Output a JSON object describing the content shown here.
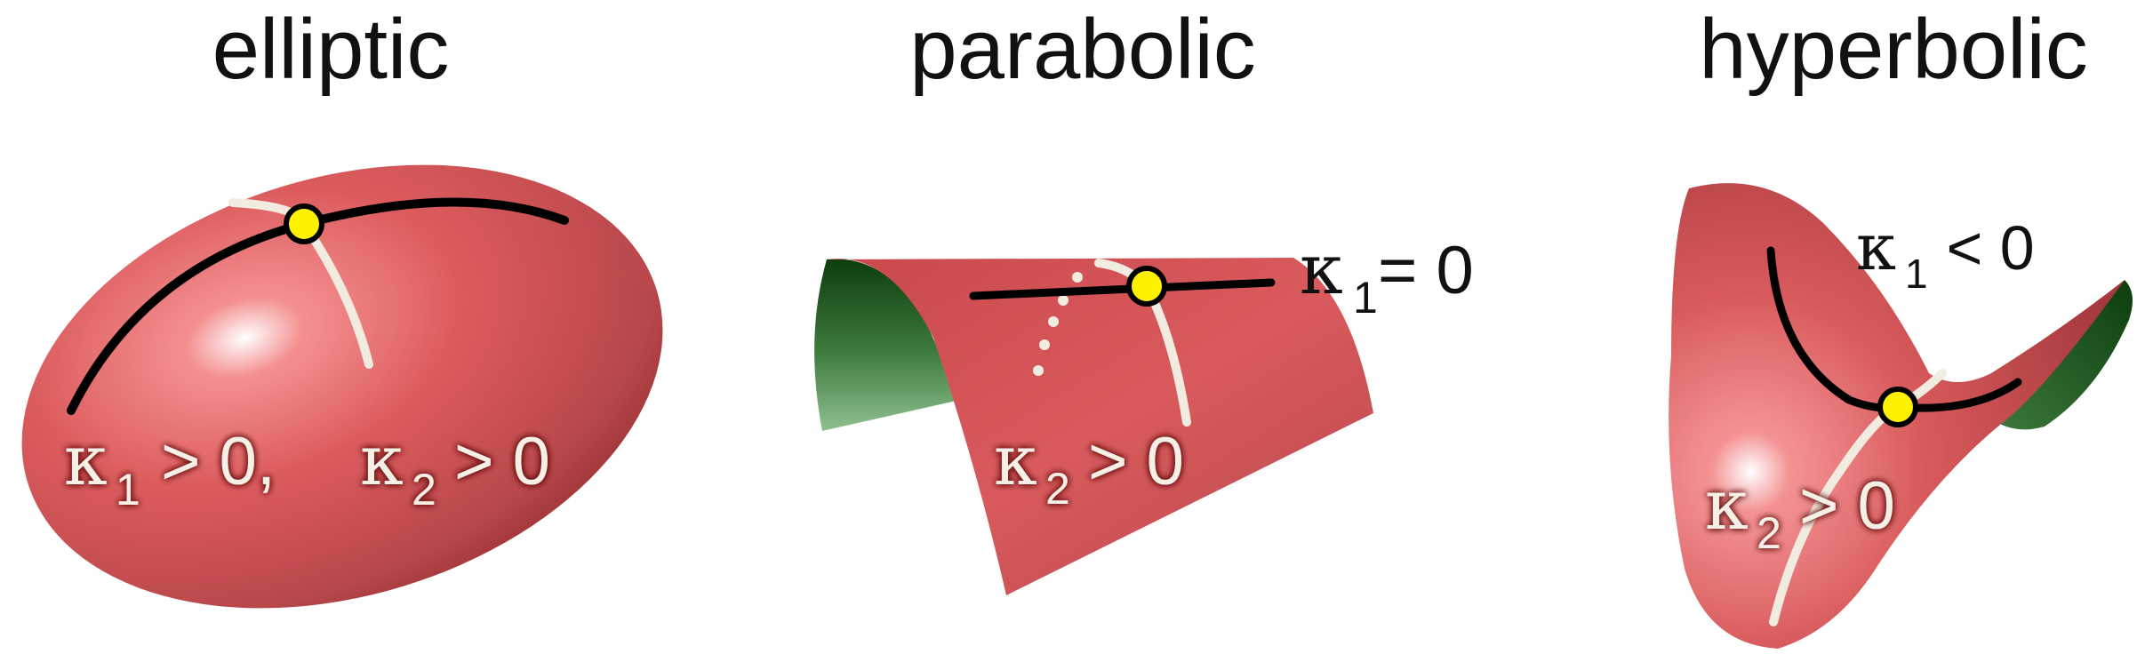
{
  "panels": {
    "elliptic": {
      "title": "elliptic",
      "label": {
        "k1": "κ",
        "s1": "1",
        "rest1": " > 0, ",
        "k2": "κ",
        "s2": "2",
        "rest2": " > 0"
      }
    },
    "parabolic": {
      "title": "parabolic",
      "label_k1": {
        "k": "κ",
        "s": "1",
        "rel": "= 0"
      },
      "label_k2": {
        "k": "κ",
        "s": "2",
        "rel": " > 0"
      }
    },
    "hyperbolic": {
      "title": "hyperbolic",
      "label_k1": {
        "k": "κ",
        "s": "1",
        "rel": " < 0"
      },
      "label_k2": {
        "k": "κ",
        "s": "2",
        "rel": " > 0"
      }
    }
  },
  "colors": {
    "surface_red": "#d9585a",
    "surface_dark_red": "#a83a3d",
    "surface_green": "#1f5a1f",
    "point_yellow": "#fff200",
    "curve_black": "#000000",
    "curve_cream": "#f2ece0",
    "label_light": "#f5efe6"
  }
}
